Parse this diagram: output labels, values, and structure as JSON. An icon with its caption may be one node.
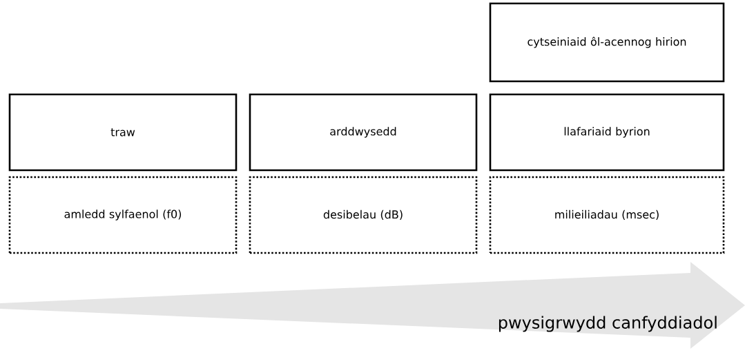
{
  "diagram": {
    "nodes": [
      {
        "text": [
          "cytseiniaid ôl-acennog hirion"
        ]
      },
      {
        "text": [
          "traw"
        ]
      },
      {
        "text": [
          "arddwysedd"
        ]
      },
      {
        "text": [
          "llafariaid byrion"
        ]
      },
      {
        "text": [
          "amledd sylfaenol (f0)"
        ]
      },
      {
        "text": [
          "desibelau (dB)"
        ]
      },
      {
        "text": [
          "milieiliadau (msec)"
        ]
      }
    ],
    "labels": [
      "pwysigrwydd canfyddiadol"
    ]
  }
}
